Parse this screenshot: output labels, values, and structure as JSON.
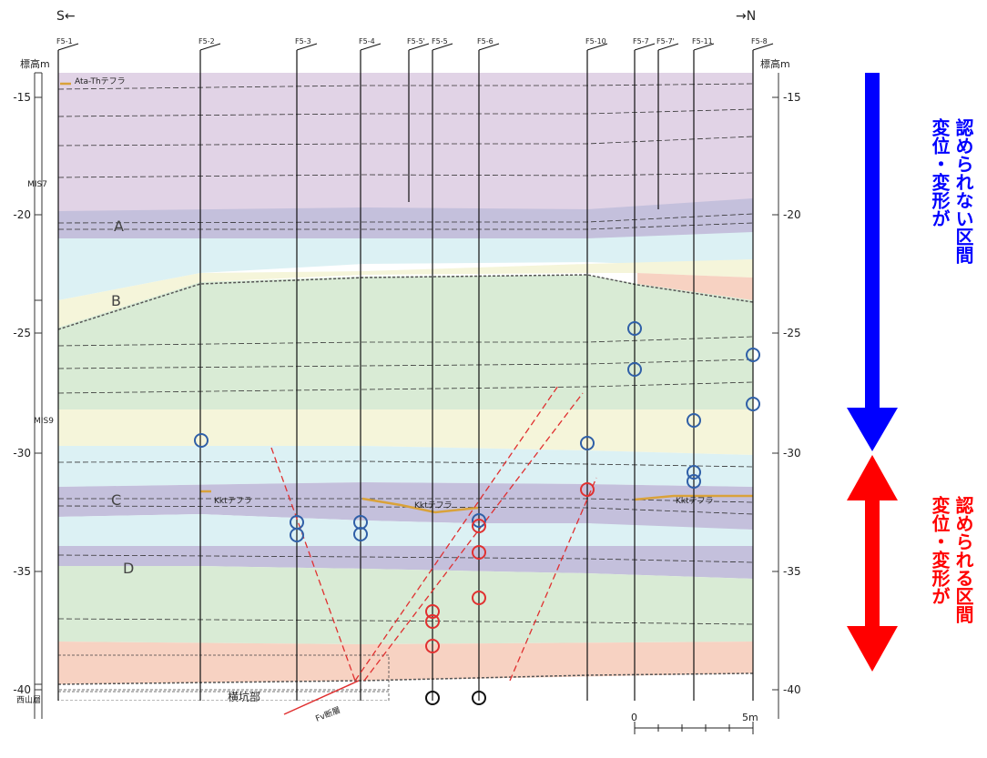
{
  "direction_left": "S←",
  "direction_right": "→N",
  "axis": {
    "left_label": "標高m",
    "right_label": "標高m",
    "ticks": [
      "-15",
      "-20",
      "-25",
      "-30",
      "-35",
      "-40"
    ]
  },
  "boreholes": [
    "F5-1",
    "F5-2",
    "F5-3",
    "F5-4",
    "F5-5'",
    "F5-5",
    "F5-6",
    "F5-10",
    "F5-7",
    "F5-7'",
    "F5-11",
    "F5-8"
  ],
  "units": {
    "A": "A",
    "B": "B",
    "C": "C",
    "D": "D"
  },
  "mis": {
    "mis7": "MIS7",
    "mis9": "MIS9",
    "nishiyama": "西山層"
  },
  "tephra": {
    "ata": "Ata-Thテフラ",
    "kkt1": "Kktテフラ",
    "kkt2": "Kktテフラ",
    "kkt3": "Kktテフラ"
  },
  "labels": {
    "adit": "横坑部",
    "fault": "Fv断層"
  },
  "scale": {
    "zero": "0",
    "five": "5m"
  },
  "side_labels": {
    "no_deformation_1": "変位・変形が",
    "no_deformation_2": "認められない区間",
    "deformation_1": "変位・変形が",
    "deformation_2": "認められる区間"
  },
  "colors": {
    "purple": "#e1d3e6",
    "grayviolet": "#c4c0dc",
    "lightblue": "#dcf1f4",
    "cream": "#f5f5da",
    "green": "#d9ebd5",
    "salmon": "#f7d2c2",
    "tephra": "#d9a23a",
    "blue_arrow": "#0000ff",
    "red_arrow": "#ff0000"
  }
}
